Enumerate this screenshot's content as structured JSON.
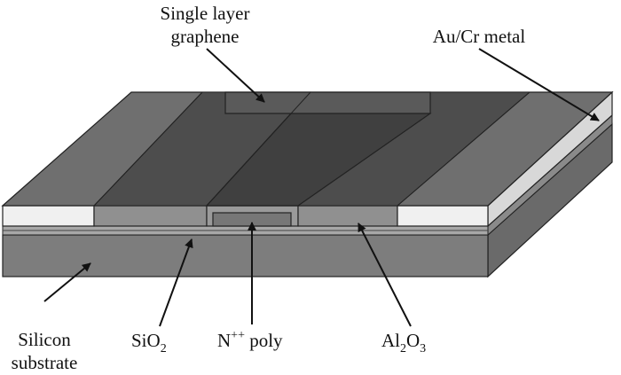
{
  "labels": {
    "graphene_line1": "Single layer",
    "graphene_line2": "graphene",
    "metal": "Au/Cr metal",
    "silicon_line1": "Silicon",
    "silicon_line2": "substrate",
    "sio2_main": "SiO",
    "sio2_sub": "2",
    "npoly_main": "N",
    "npoly_sup": "++",
    "npoly_rest": " poly",
    "al2o3_a": "Al",
    "al2o3_sub1": "2",
    "al2o3_b": "O",
    "al2o3_sub2": "3"
  },
  "colors": {
    "top_face": "#6f6f6f",
    "graphene": "#474747",
    "metal_front": "#f0f0f0",
    "gate_oxide_front": "#909090",
    "substrate_front": "#7d7d7d",
    "substrate_side": "#6a6a6a",
    "outline": "#222222"
  }
}
